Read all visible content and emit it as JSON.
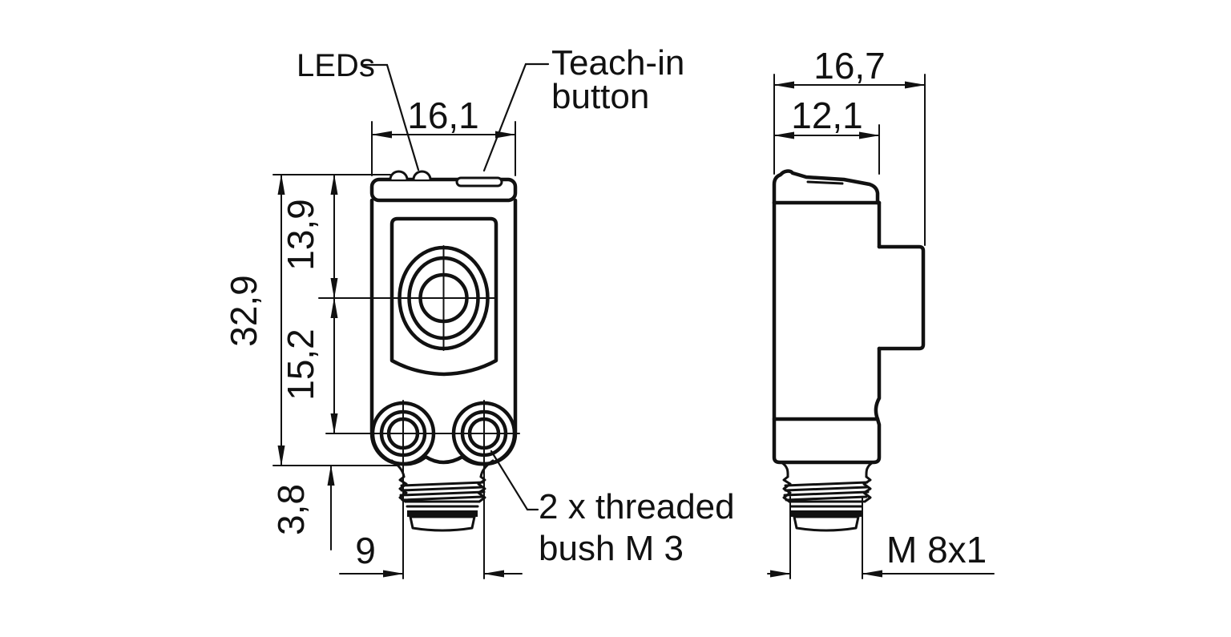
{
  "labels": {
    "leds": "LEDs",
    "teach_in": [
      "Teach-in",
      "button"
    ],
    "threaded_bush": [
      "2 x threaded",
      "bush M 3"
    ],
    "connector_thread": "M 8x1"
  },
  "dimensions": {
    "front_width": "16,1",
    "side_total_width": "16,7",
    "side_body_width": "12,1",
    "total_height": "32,9",
    "top_to_lens_center": "13,9",
    "lens_to_bush_center": "15,2",
    "body_bottom_to_thread": "3,8",
    "bush_spacing": "9"
  },
  "colors": {
    "line": "#111111",
    "background": "#ffffff"
  }
}
